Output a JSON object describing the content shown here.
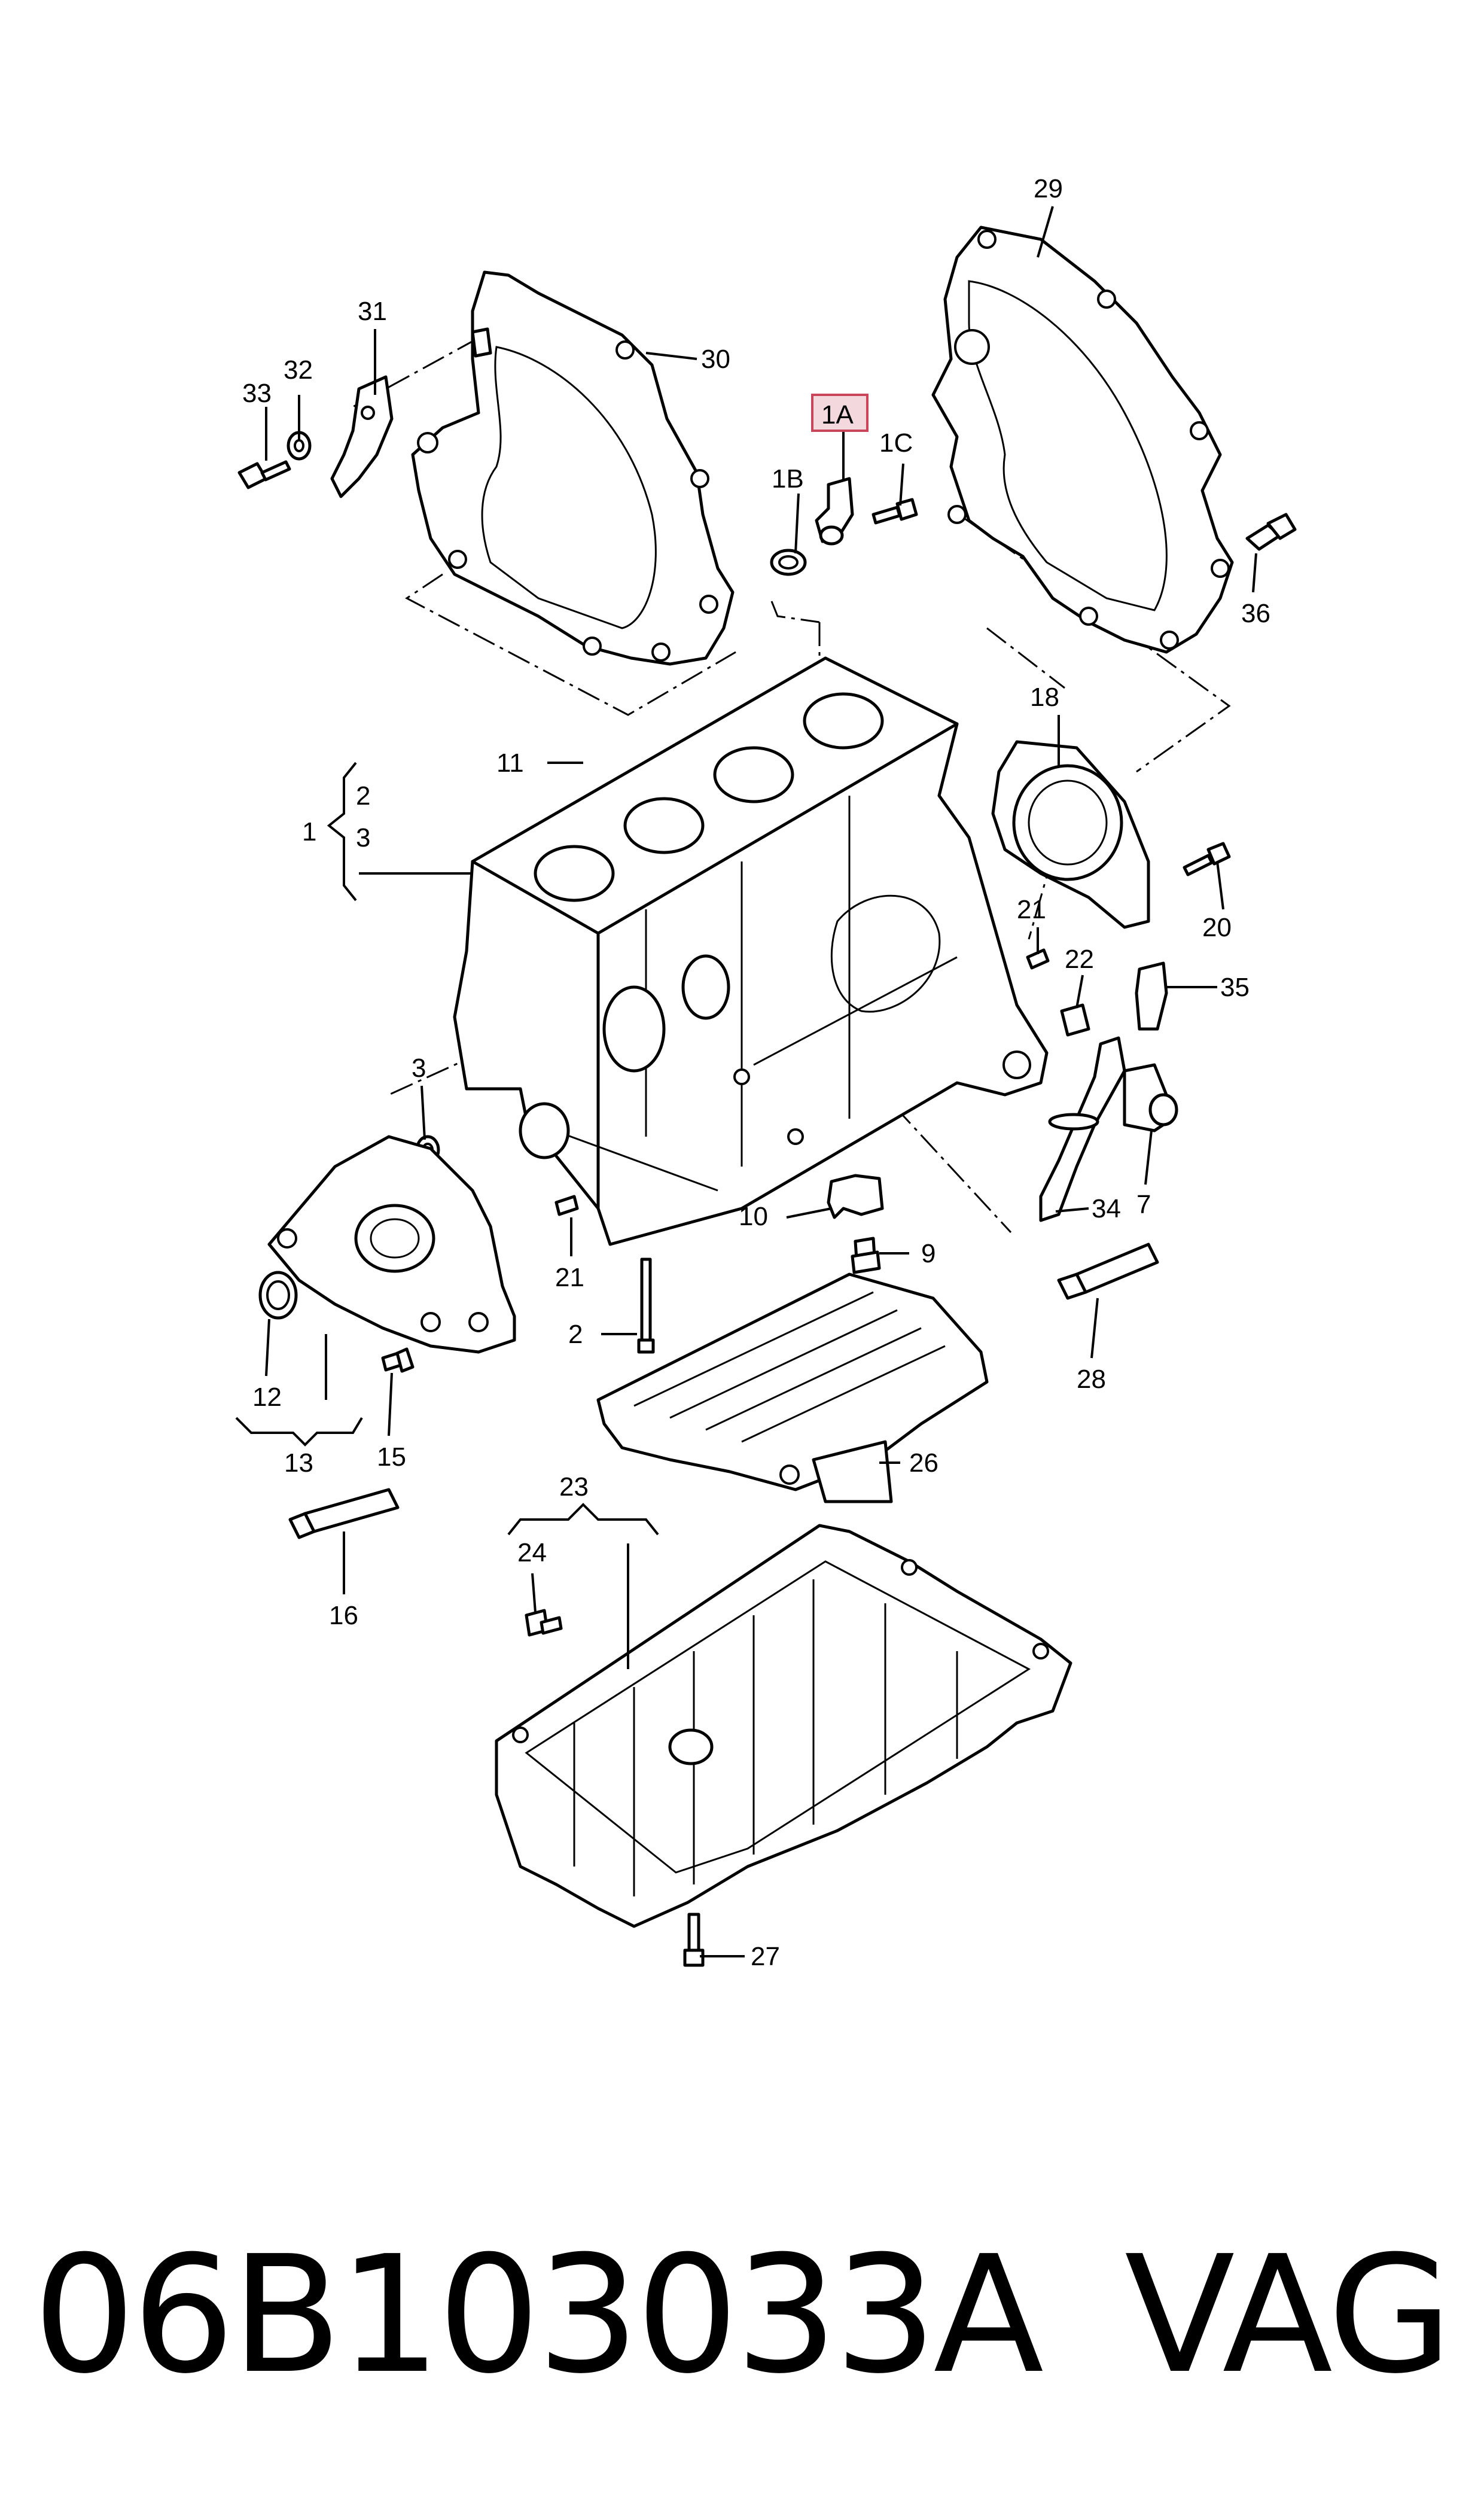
{
  "callouts": {
    "c29": "29",
    "c30": "30",
    "c31": "31",
    "c32": "32",
    "c33": "33",
    "c1A": "1A",
    "c1B": "1B",
    "c1C": "1C",
    "c36": "36",
    "c11": "11",
    "c1": "1",
    "c2a": "2",
    "c3a": "3",
    "c18": "18",
    "c20": "20",
    "c21a": "21",
    "c22": "22",
    "c35": "35",
    "c3b": "3",
    "c7": "7",
    "c10": "10",
    "c34": "34",
    "c9": "9",
    "c21b": "21",
    "c2b": "2",
    "c12": "12",
    "c13": "13",
    "c15": "15",
    "c28": "28",
    "c26": "26",
    "c16": "16",
    "c23": "23",
    "c24": "24",
    "c27": "27"
  },
  "highlight": {
    "color": "#c9455a"
  },
  "footer": {
    "part_number": "06B103033A",
    "brand": "VAG"
  }
}
